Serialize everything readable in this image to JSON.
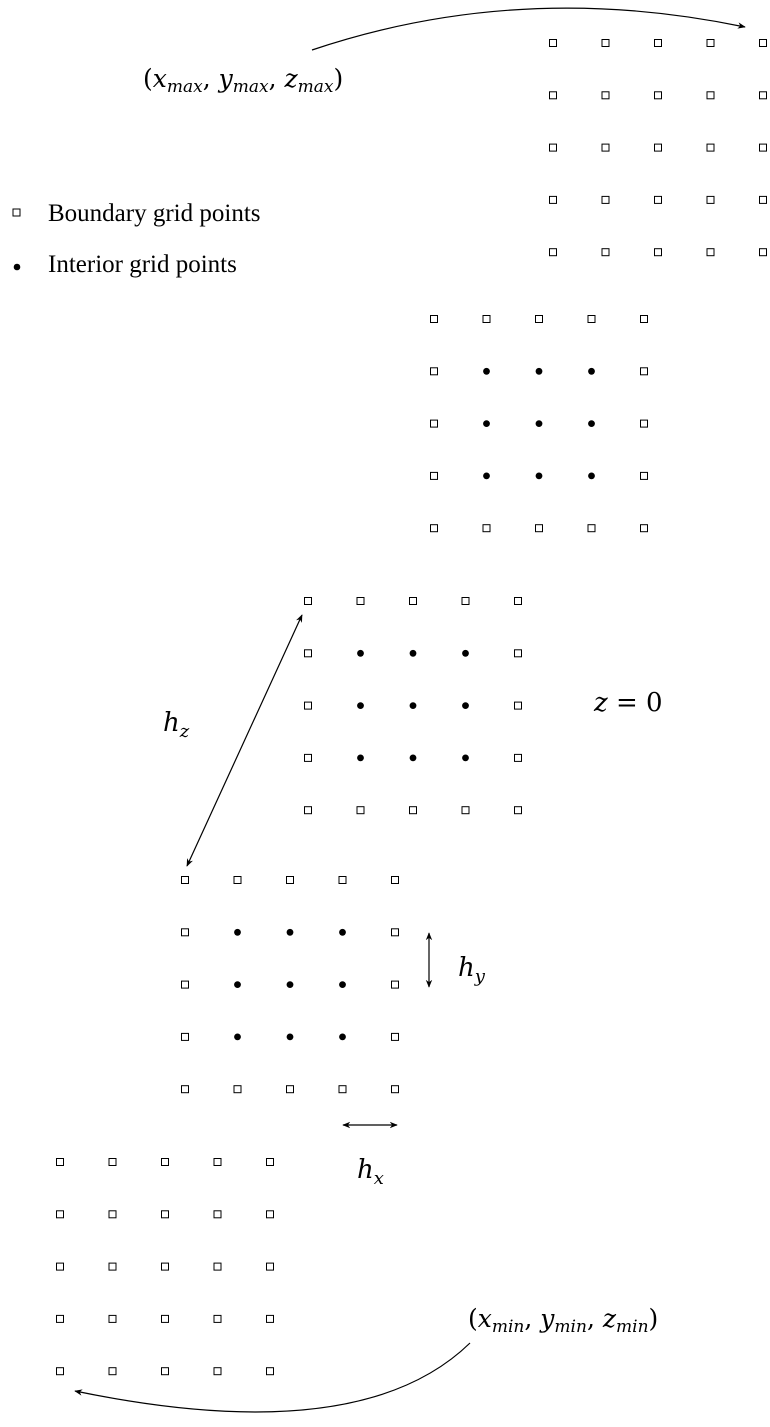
{
  "legend": {
    "boundary_label": "Boundary grid points",
    "interior_label": "Interior grid points"
  },
  "labels": {
    "max_corner": {
      "open": "(",
      "x": "x",
      "xs": "max",
      "y": "y",
      "ys": "max",
      "z": "z",
      "zs": "max",
      "close": ")",
      "sep": ", "
    },
    "min_corner": {
      "open": "(",
      "x": "x",
      "xs": "min",
      "y": "y",
      "ys": "min",
      "z": "z",
      "zs": "min",
      "close": ")",
      "sep": ", "
    },
    "hz": {
      "base": "h",
      "sub": "z"
    },
    "hy": {
      "base": "h",
      "sub": "y"
    },
    "hx": {
      "base": "h",
      "sub": "x"
    },
    "plane": {
      "var": "z",
      "eq": " = ",
      "val": "0"
    }
  },
  "grid": {
    "size": 5,
    "layers": [
      {
        "id": "top",
        "has_interior": false
      },
      {
        "id": "layer-2",
        "has_interior": true
      },
      {
        "id": "layer-3",
        "has_interior": true
      },
      {
        "id": "layer-4",
        "has_interior": true
      },
      {
        "id": "bottom",
        "has_interior": false
      }
    ]
  }
}
